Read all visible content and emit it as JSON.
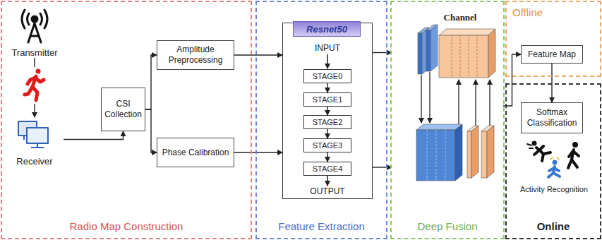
{
  "diagram": {
    "nodes": [
      {
        "text": [
          "Radio Map Construction"
        ]
      },
      {
        "text": [
          "Transmitter"
        ],
        "in": 0
      },
      {
        "text": [
          "Receiver"
        ],
        "in": 0
      },
      {
        "text": [
          "CSI Collection"
        ],
        "in": 0
      },
      {
        "text": [
          "Amplitude Preprocessing"
        ],
        "in": 0
      },
      {
        "text": [
          "Phase Calibration"
        ],
        "in": 0
      },
      {
        "text": [
          "Feature Extraction"
        ]
      },
      {
        "text": [
          "Resnet50"
        ],
        "in": 6
      },
      {
        "text": [
          "STAGE0"
        ],
        "in": 7
      },
      {
        "text": [
          "STAGE1"
        ],
        "in": 7
      },
      {
        "text": [
          "STAGE2"
        ],
        "in": 7
      },
      {
        "text": [
          "STAGE3"
        ],
        "in": 7
      },
      {
        "text": [
          "STAGE4"
        ],
        "in": 7
      },
      {
        "text": [
          "Deep Fusion"
        ]
      },
      {
        "text": [
          "Offline"
        ]
      },
      {
        "text": [
          "Feature Map"
        ],
        "in": 14
      },
      {
        "text": [
          "Online"
        ]
      },
      {
        "text": [
          "Softmax Classification"
        ],
        "in": 16
      }
    ],
    "edges": [
      {
        "from": 1,
        "to": 2,
        "arrow": "to"
      },
      {
        "from": 2,
        "to": 3,
        "arrow": "to"
      },
      {
        "from": 3,
        "to": 4,
        "arrow": "to"
      },
      {
        "from": 3,
        "to": 5,
        "arrow": "to"
      },
      {
        "from": 4,
        "to": 7,
        "arrow": "to"
      },
      {
        "from": 5,
        "to": 7,
        "arrow": "to"
      },
      {
        "from": 8,
        "to": 9,
        "arrow": "to"
      },
      {
        "from": 9,
        "to": 10,
        "arrow": "to"
      },
      {
        "from": 10,
        "to": 11,
        "arrow": "to"
      },
      {
        "from": 11,
        "to": 12,
        "arrow": "to"
      },
      {
        "from": 7,
        "to": 13,
        "arrow": "to"
      },
      {
        "from": 7,
        "to": 13,
        "arrow": "to"
      },
      {
        "from": 13,
        "to": 15,
        "arrow": "to"
      },
      {
        "from": 15,
        "to": 17,
        "arrow": "to"
      }
    ],
    "labels": [
      "INPUT",
      "OUTPUT",
      "Channel",
      "Activity Recognition"
    ]
  }
}
